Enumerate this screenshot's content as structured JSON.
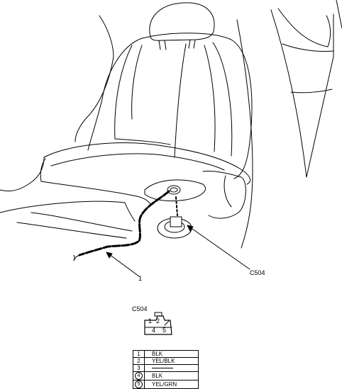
{
  "labels": {
    "part_callout": "1",
    "connector_callout": "C504",
    "connector_header": "C504"
  },
  "connector_face": {
    "cavities": [
      "1",
      "2",
      "4",
      "5"
    ]
  },
  "pin_table": [
    {
      "pin": "1",
      "wire": "BLK",
      "circled": false
    },
    {
      "pin": "2",
      "wire": "YEL/BLK",
      "circled": false
    },
    {
      "pin": "3",
      "wire": "",
      "circled": false
    },
    {
      "pin": "4",
      "wire": "BLK",
      "circled": true
    },
    {
      "pin": "5",
      "wire": "YEL/GRN",
      "circled": true
    }
  ]
}
